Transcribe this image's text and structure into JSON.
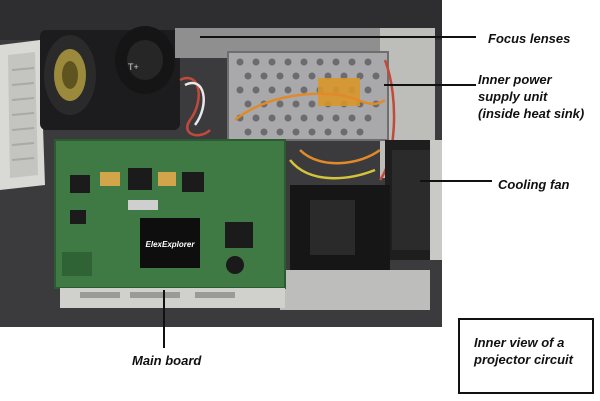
{
  "image": {
    "watermark_text": "ElexExplorer"
  },
  "labels": {
    "focus_lenses": "Focus lenses",
    "power_supply_line1": "Inner power",
    "power_supply_line2": "supply unit",
    "power_supply_line3": "(inside heat sink)",
    "cooling_fan": "Cooling fan",
    "main_board": "Main board"
  },
  "caption": {
    "line1": "Inner view of a",
    "line2": "projector circuit"
  }
}
